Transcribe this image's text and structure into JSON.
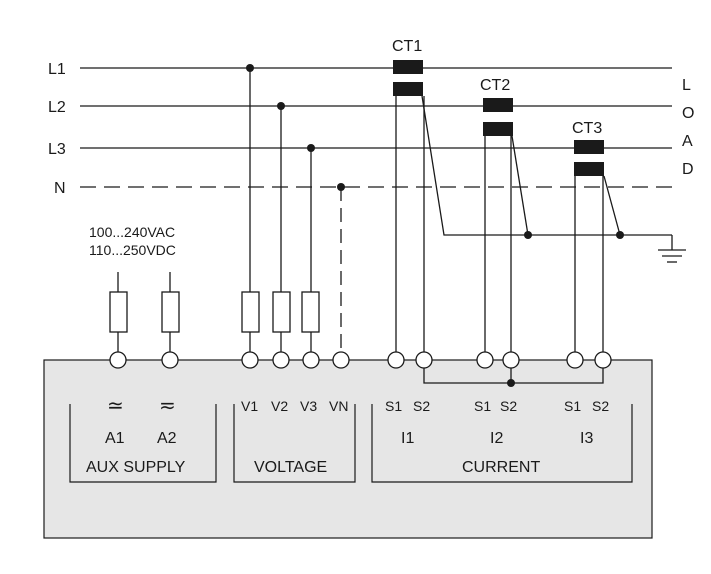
{
  "lines": {
    "L1": "L1",
    "L2": "L2",
    "L3": "L3",
    "N": "N"
  },
  "load_letters": [
    "L",
    "O",
    "A",
    "D"
  ],
  "ct_labels": [
    "CT1",
    "CT2",
    "CT3"
  ],
  "aux_ratings": {
    "ac": "100...240VAC",
    "dc": "110...250VDC"
  },
  "device": {
    "background": "#e6e6e6",
    "aux": {
      "symbol_a1": "≃",
      "symbol_a2": "≂",
      "a1": "A1",
      "a2": "A2",
      "title": "AUX SUPPLY"
    },
    "voltage": {
      "terminals": [
        "V1",
        "V2",
        "V3",
        "VN"
      ],
      "title": "VOLTAGE"
    },
    "current": {
      "s1": "S1",
      "s2": "S2",
      "phases": [
        "I1",
        "I2",
        "I3"
      ],
      "title": "CURRENT"
    }
  }
}
